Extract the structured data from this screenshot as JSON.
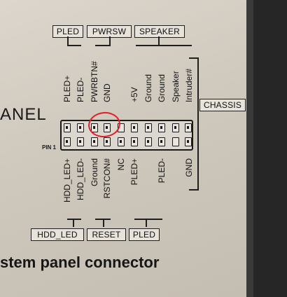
{
  "top_labels": {
    "pled": "PLED",
    "pwrsw": "PWRSW",
    "speaker": "SPEAKER",
    "chassis": "CHASSIS"
  },
  "top_pins": [
    "PLED+",
    "PLED-",
    "PWRBTN#",
    "GND",
    "+5V",
    "Ground",
    "Ground",
    "Speaker",
    "Intruder#"
  ],
  "bottom_pins": [
    "HDD_LED+",
    "HDD_LED-",
    "Ground",
    "RSTCON#",
    "NC",
    "PLED+",
    "PLED-",
    "GND"
  ],
  "bottom_labels": {
    "hdd_led": "HDD_LED",
    "reset": "RESET",
    "pled": "PLED"
  },
  "pin1": "PIN 1",
  "panel_text": "ANEL",
  "caption": "stem panel connector",
  "colors": {
    "annotation": "#e0202a",
    "ink": "#1a1a1a",
    "paper": "#dcd6cc"
  }
}
